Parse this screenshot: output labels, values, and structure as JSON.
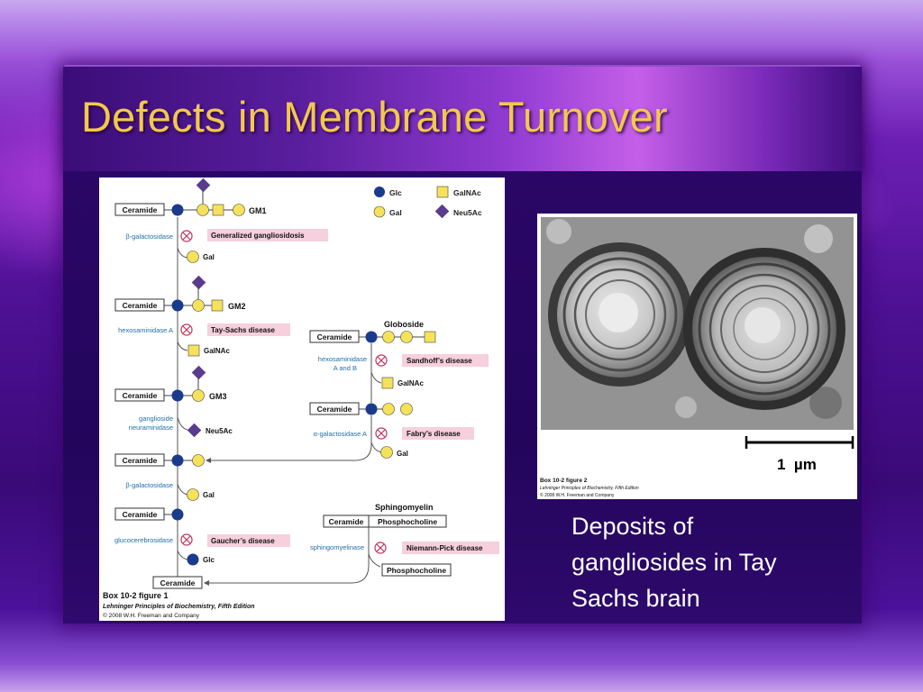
{
  "slide": {
    "title": "Defects in Membrane Turnover",
    "caption_lines": [
      "Deposits of",
      "gangliosides in Tay",
      "Sachs brain"
    ]
  },
  "colors": {
    "title": "#f2c84e",
    "enzyme_text": "#1d6fa8",
    "disease_box": "#f6d0dc",
    "glc": "#1a3a8c",
    "gal": "#f5e25a",
    "galnac": "#f5e25a",
    "neu5ac": "#5a3c8e"
  },
  "diagram": {
    "legend": {
      "glc": "Glc",
      "galnac": "GalNAc",
      "gal": "Gal",
      "neu5ac": "Neu5Ac"
    },
    "ceramide": "Ceramide",
    "phosphocholine": "Phosphocholine",
    "labels": {
      "gm1": "GM1",
      "gm2": "GM2",
      "gm3": "GM3",
      "globoside": "Globoside",
      "sphingomyelin": "Sphingomyelin"
    },
    "enzymes": {
      "beta_gal_1": "β-galactosidase",
      "hexA": "hexosaminidase A",
      "neuraminidase_1": "ganglioside",
      "neuraminidase_2": "neuraminidase",
      "hexAB_1": "hexosaminidase",
      "hexAB_2": "A and B",
      "alpha_gal": "α-galactosidase A",
      "beta_gal_2": "β-galactosidase",
      "glucocerebrosidase": "glucocerebrosidase",
      "sphingomyelinase": "sphingomyelinase"
    },
    "diseases": {
      "generalized": "Generalized gangliosidosis",
      "tay_sachs": "Tay-Sachs disease",
      "sandhoff": "Sandhoff’s disease",
      "fabry": "Fabry’s disease",
      "gaucher": "Gaucher’s disease",
      "niemann_pick": "Niemann-Pick disease"
    },
    "products": {
      "gal_1": "Gal",
      "galnac_1": "GalNAc",
      "neu5ac_1": "Neu5Ac",
      "galnac_2": "GalNAc",
      "gal_2": "Gal",
      "gal_3": "Gal",
      "glc_1": "Glc"
    },
    "figure_caption": {
      "title": "Box 10-2 figure 1",
      "book": "Lehninger Principles of Biochemistry, Fifth Edition",
      "copyright": "© 2008 W.H. Freeman and Company"
    }
  },
  "micrograph": {
    "scale_label": "1  µm",
    "figure_caption": {
      "title": "Box 10-2 figure 2",
      "book": "Lehninger Principles of Biochemistry, Fifth Edition",
      "copyright": "© 2008 W.H. Freeman and Company"
    }
  }
}
